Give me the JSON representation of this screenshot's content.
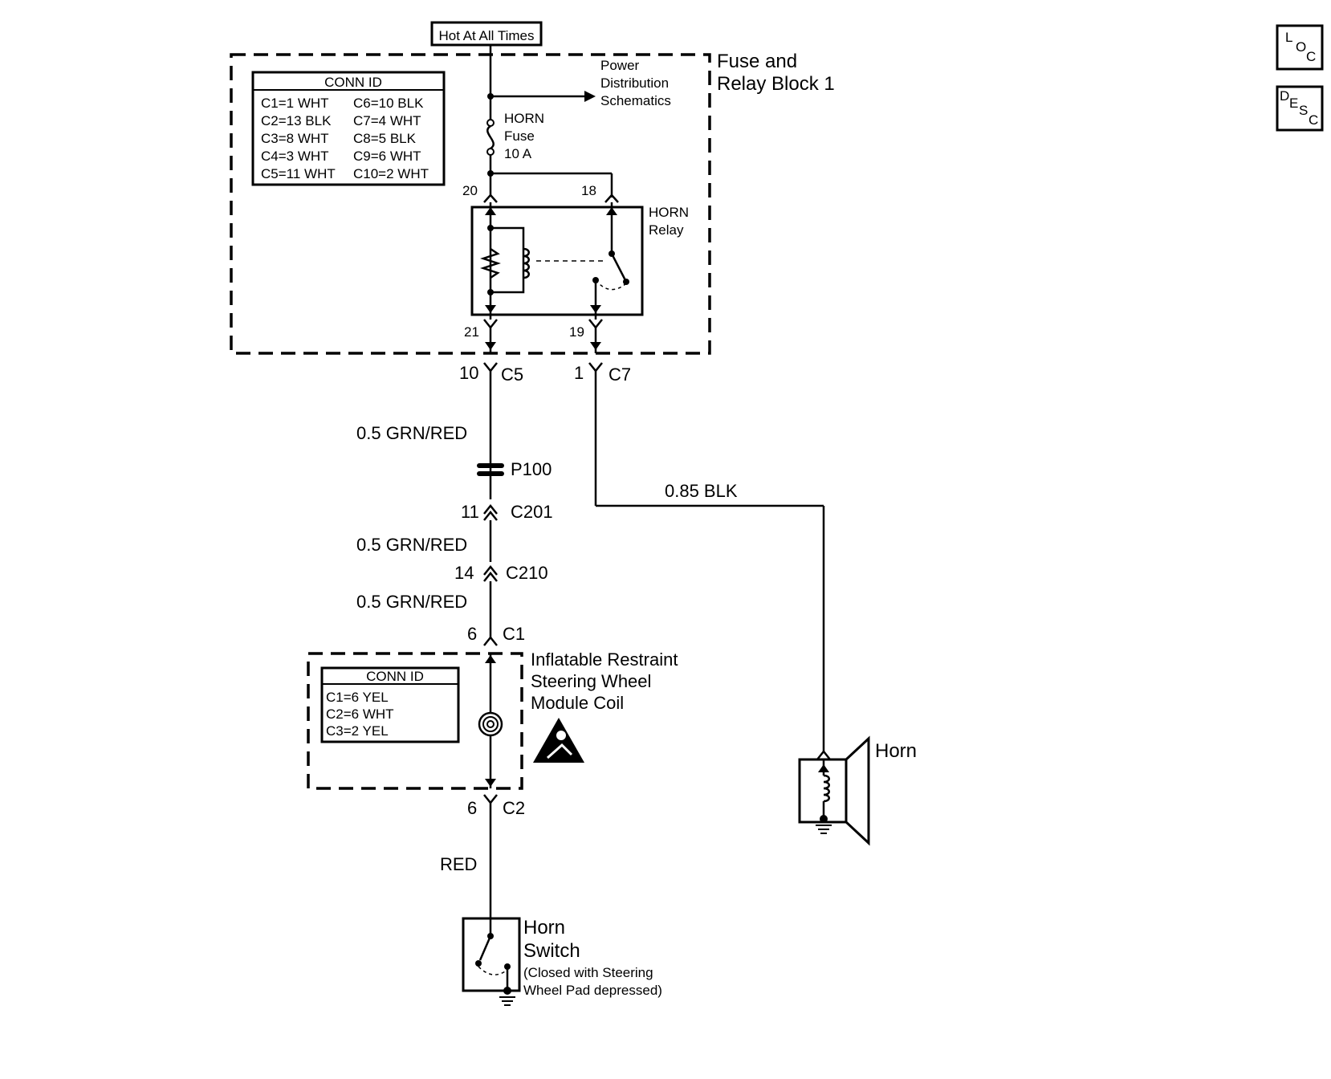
{
  "nav": {
    "loc": {
      "l": "L",
      "o": "O",
      "c": "C"
    },
    "desc": {
      "d": "D",
      "e": "E",
      "s": "S",
      "c": "C"
    }
  },
  "power": {
    "hot_at_all_times": "Hot At All Times"
  },
  "fuse_block": {
    "title_line1": "Fuse and",
    "title_line2": "Relay Block 1",
    "pds": [
      "Power",
      "Distribution",
      "Schematics"
    ],
    "conn_id_title": "CONN ID",
    "conn_id_rows": [
      [
        "C1=1 WHT",
        "C6=10 BLK"
      ],
      [
        "C2=13 BLK",
        "C7=4 WHT"
      ],
      [
        "C3=8 WHT",
        "C8=5 BLK"
      ],
      [
        "C4=3 WHT",
        "C9=6 WHT"
      ],
      [
        "C5=11 WHT",
        "C10=2 WHT"
      ]
    ],
    "fuse": [
      "HORN",
      "Fuse",
      "10 A"
    ],
    "relay": [
      "HORN",
      "Relay"
    ],
    "pins": {
      "p20": "20",
      "p18": "18",
      "p21": "21",
      "p19": "19"
    }
  },
  "connectors": {
    "c5_pin": "10",
    "c5": "C5",
    "c7_pin": "1",
    "c7": "C7",
    "p100": "P100",
    "c201_pin": "11",
    "c201": "C201",
    "c210_pin": "14",
    "c210": "C210",
    "c1_pin": "6",
    "c1": "C1",
    "c2_pin": "6",
    "c2": "C2"
  },
  "wires": {
    "w1": "0.5 GRN/RED",
    "w2": "0.5 GRN/RED",
    "w3": "0.5 GRN/RED",
    "blk": "0.85 BLK",
    "red": "RED"
  },
  "coil_module": {
    "title": [
      "Inflatable Restraint",
      "Steering Wheel",
      "Module Coil"
    ],
    "conn_id_title": "CONN ID",
    "conn_id_rows": [
      "C1=6 YEL",
      "C2=6 WHT",
      "C3=2 YEL"
    ]
  },
  "horn": {
    "label": "Horn"
  },
  "horn_switch": {
    "title": [
      "Horn",
      "Switch"
    ],
    "note": [
      "(Closed with Steering",
      "Wheel Pad depressed)"
    ]
  }
}
